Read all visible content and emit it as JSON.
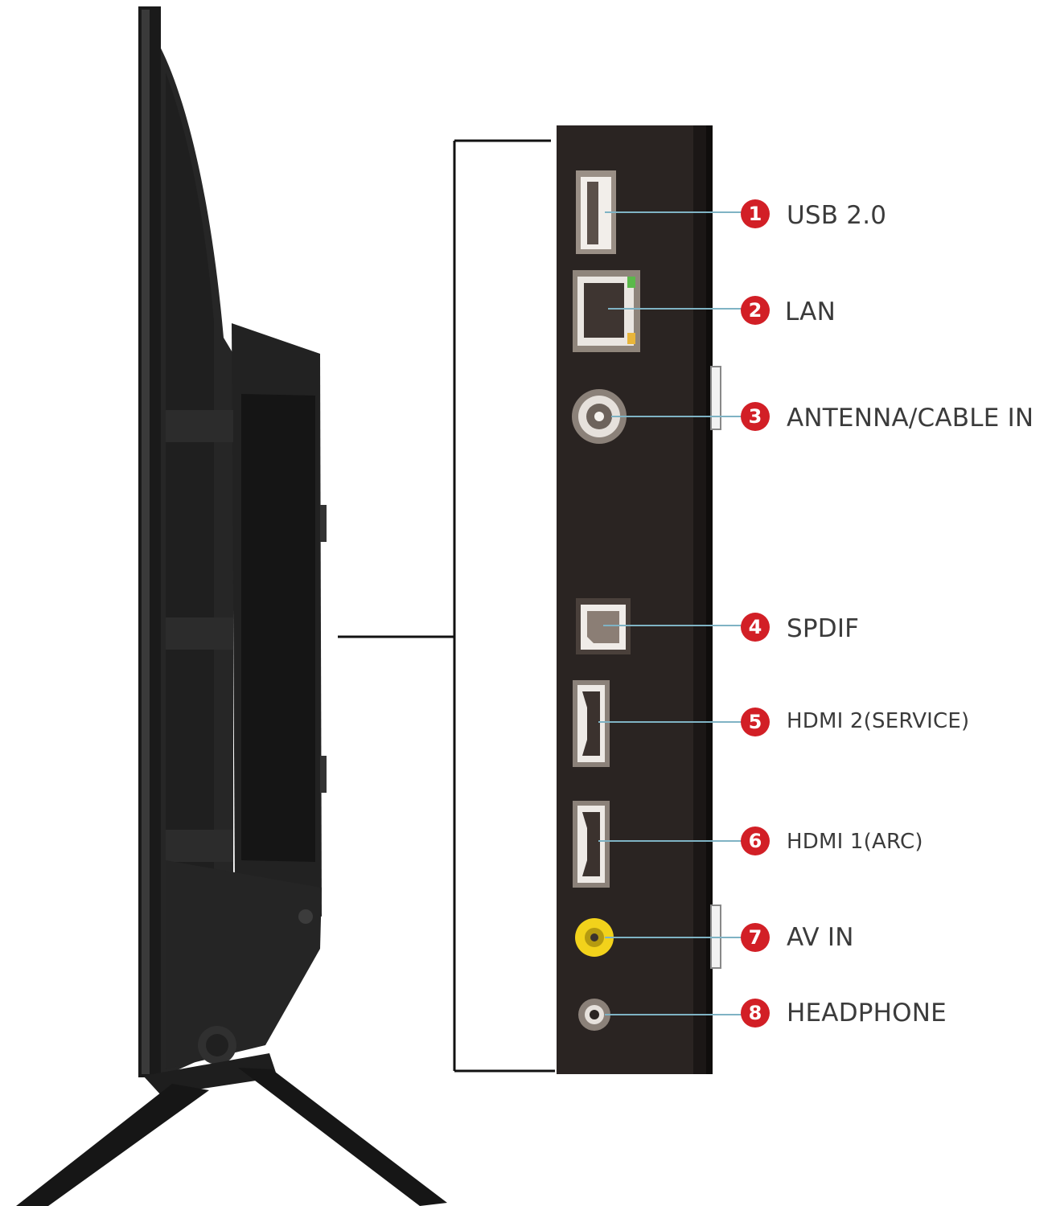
{
  "colors": {
    "badge": "#d21f26",
    "panel": "#2a2422",
    "bracket": "#111111",
    "label_text": "#3b3b3b",
    "av_port": "#f2d21b"
  },
  "ports": [
    {
      "num": "1",
      "label": "USB 2.0",
      "icon": "usb-port-icon"
    },
    {
      "num": "2",
      "label": "LAN",
      "icon": "lan-port-icon"
    },
    {
      "num": "3",
      "label": "ANTENNA/CABLE IN",
      "icon": "antenna-port-icon"
    },
    {
      "num": "4",
      "label": "SPDIF",
      "icon": "optical-port-icon"
    },
    {
      "num": "5",
      "label": "HDMI 2(SERVICE)",
      "icon": "hdmi-port-icon"
    },
    {
      "num": "6",
      "label": "HDMI 1(ARC)",
      "icon": "hdmi-port-icon"
    },
    {
      "num": "7",
      "label": "AV IN",
      "icon": "rca-port-icon"
    },
    {
      "num": "8",
      "label": "HEADPHONE",
      "icon": "headphone-jack-icon"
    }
  ]
}
